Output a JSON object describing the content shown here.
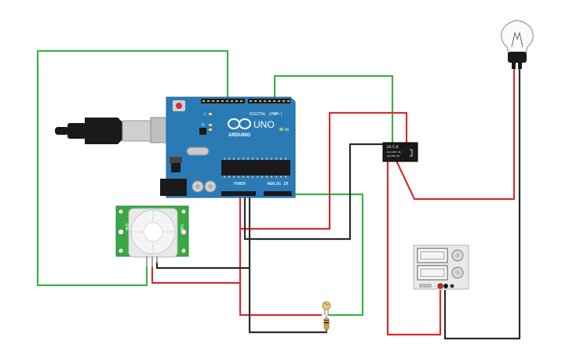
{
  "circuit": {
    "arduino": {
      "brand": "ARDUINO",
      "model": "UNO",
      "header_digital": "DIGITAL (PWM~)",
      "header_power": "POWER",
      "header_analog": "ANALOG IN",
      "led_tx": "TX",
      "led_rx": "RX",
      "led_l": "L",
      "led_on": "ON",
      "colors": {
        "board": "#2a7bb5",
        "pin_header": "#1a1a1a",
        "pin": "#d9b54a"
      }
    },
    "relay": {
      "label_top": "LR-5-8",
      "label_mid": "2A/125V AC",
      "label_bot": "2A/30V DC"
    },
    "pir": {
      "label_left": "SENS",
      "label_right": "TIME"
    },
    "wire_colors": {
      "green": "#3fae49",
      "red": "#d62d2d",
      "black": "#2a2a2a"
    }
  }
}
